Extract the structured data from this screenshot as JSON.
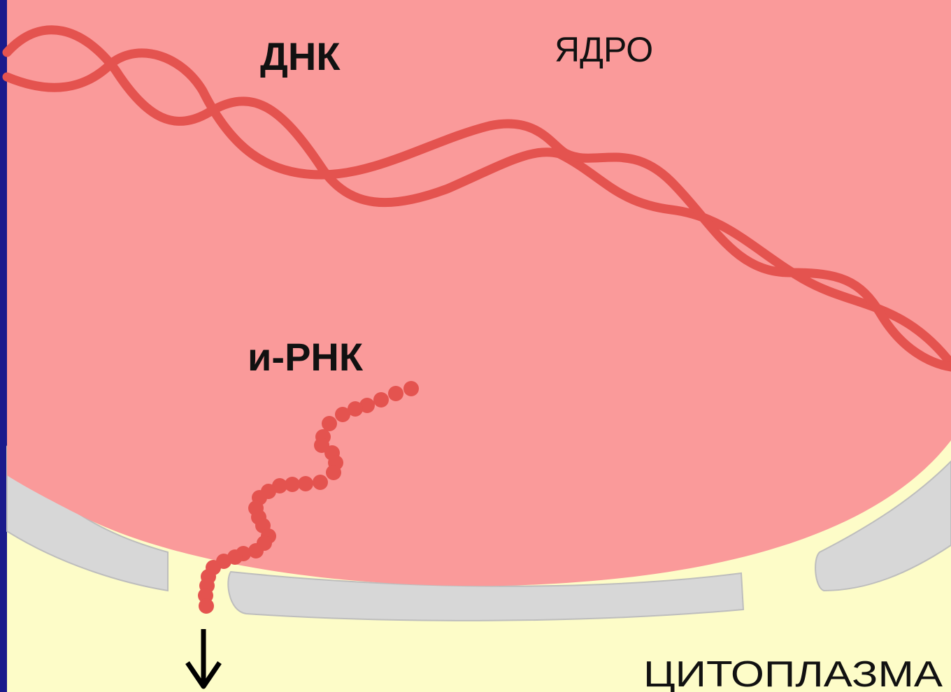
{
  "labels": {
    "dna": "ДНК",
    "nucleus": "ЯДРО",
    "mrna": "и-РНК",
    "cytoplasm": "ЦИТОПЛАЗМА"
  },
  "colors": {
    "frame": "#1a1a8c",
    "nucleus": "#fa9a9a",
    "strand": "#e4534f",
    "cytoplasm": "#fdfcc8",
    "membrane": "#d7d7d7",
    "text": "#111111"
  }
}
